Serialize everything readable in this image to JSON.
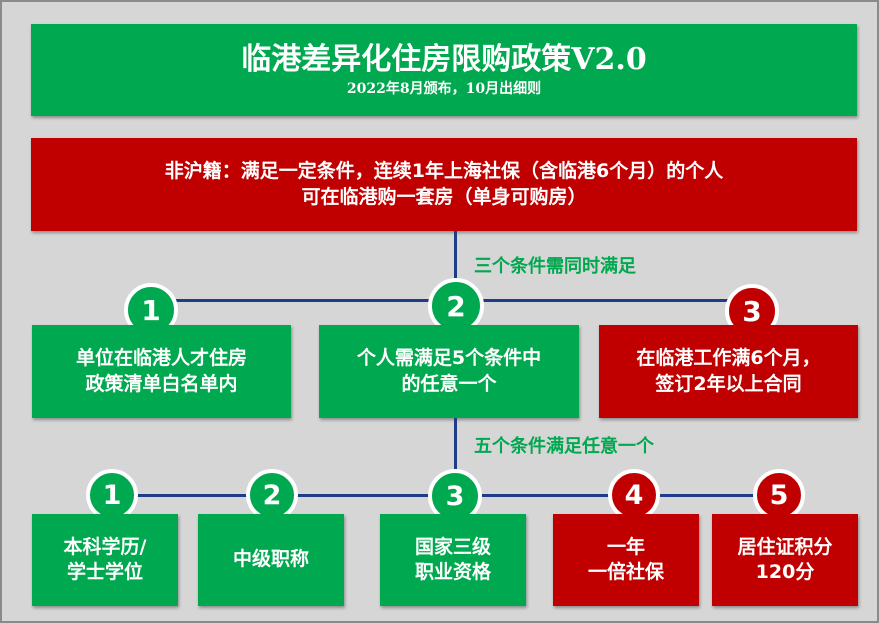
{
  "header": {
    "title": "临港差异化住房限购政策V2.0",
    "subtitle": "2022年8月颁布，10月出细则"
  },
  "policy": {
    "line1": "非沪籍：满足一定条件，连续1年上海社保（含临港6个月）的个人",
    "line2": "可在临港购一套房（单身可购房）"
  },
  "conditions_note": "三个条件需同时满足",
  "conditions": [
    {
      "number": "1",
      "line1": "单位在临港人才住房",
      "line2": "政策清单白名单内"
    },
    {
      "number": "2",
      "line1": "个人需满足5个条件中",
      "line2": "的任意一个"
    },
    {
      "number": "3",
      "line1": "在临港工作满6个月，",
      "line2": "签订2年以上合同"
    }
  ],
  "options_note": "五个条件满足任意一个",
  "options": [
    {
      "number": "1",
      "line1": "本科学历/",
      "line2": "学士学位"
    },
    {
      "number": "2",
      "line1": "中级职称",
      "line2": ""
    },
    {
      "number": "3",
      "line1": "国家三级",
      "line2": "职业资格"
    },
    {
      "number": "4",
      "line1": "一年",
      "line2": "一倍社保"
    },
    {
      "number": "5",
      "line1": "居住证积分",
      "line2": "120分"
    }
  ],
  "colors": {
    "green": "#00a84f",
    "red": "#c00000",
    "connector": "#1f3c88",
    "background": "#d6d6d6"
  }
}
